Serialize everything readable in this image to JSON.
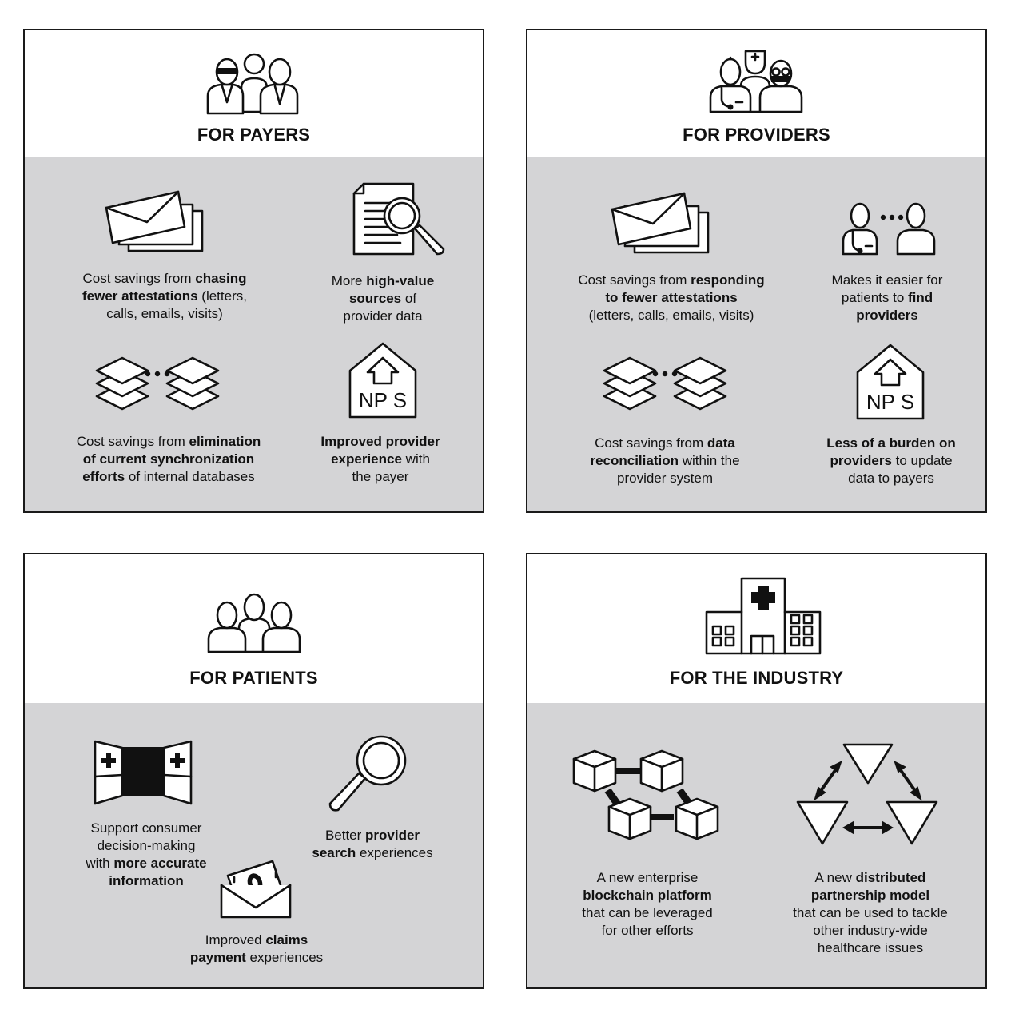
{
  "payers": {
    "title": "FOR PAYERS",
    "items": [
      {
        "parts": [
          {
            "t": "Cost savings from "
          },
          {
            "t": "chasing\nfewer attestations",
            "b": true
          },
          {
            "t": " (letters,\ncalls, emails, visits)"
          }
        ]
      },
      {
        "parts": [
          {
            "t": "More "
          },
          {
            "t": "high-value\nsources",
            "b": true
          },
          {
            "t": " of\nprovider data"
          }
        ]
      },
      {
        "parts": [
          {
            "t": "Cost savings from "
          },
          {
            "t": "elimination\nof current synchronization\nefforts",
            "b": true
          },
          {
            "t": " of internal databases"
          }
        ]
      },
      {
        "parts": [
          {
            "t": "Improved provider\nexperience",
            "b": true
          },
          {
            "t": " with\nthe payer"
          }
        ]
      }
    ]
  },
  "providers": {
    "title": "FOR PROVIDERS",
    "items": [
      {
        "parts": [
          {
            "t": "Cost savings from "
          },
          {
            "t": "responding\nto fewer attestations",
            "b": true
          },
          {
            "t": "\n(letters, calls, emails, visits)"
          }
        ]
      },
      {
        "parts": [
          {
            "t": "Makes it easier for\npatients to "
          },
          {
            "t": "find\nproviders",
            "b": true
          }
        ]
      },
      {
        "parts": [
          {
            "t": "Cost savings from "
          },
          {
            "t": "data\nreconciliation",
            "b": true
          },
          {
            "t": " within the\nprovider system"
          }
        ]
      },
      {
        "parts": [
          {
            "t": "Less of a burden on\nproviders",
            "b": true
          },
          {
            "t": " to update\ndata to payers"
          }
        ]
      }
    ]
  },
  "patients": {
    "title": "FOR PATIENTS",
    "items": [
      {
        "parts": [
          {
            "t": "Support consumer\ndecision-making\nwith "
          },
          {
            "t": "more accurate\ninformation",
            "b": true
          }
        ]
      },
      {
        "parts": [
          {
            "t": "Better "
          },
          {
            "t": "provider\nsearch",
            "b": true
          },
          {
            "t": " experiences"
          }
        ]
      },
      {
        "parts": [
          {
            "t": "Improved "
          },
          {
            "t": "claims\npayment",
            "b": true
          },
          {
            "t": " experiences"
          }
        ]
      }
    ]
  },
  "industry": {
    "title": "FOR THE INDUSTRY",
    "items": [
      {
        "parts": [
          {
            "t": "A new enterprise\n"
          },
          {
            "t": "blockchain platform",
            "b": true
          },
          {
            "t": "\nthat can be leveraged\nfor other efforts"
          }
        ]
      },
      {
        "parts": [
          {
            "t": "A new "
          },
          {
            "t": "distributed\npartnership model",
            "b": true
          },
          {
            "t": "\nthat can be used to tackle\nother industry-wide\nhealthcare issues"
          }
        ]
      }
    ]
  },
  "nps_label": "NP S"
}
